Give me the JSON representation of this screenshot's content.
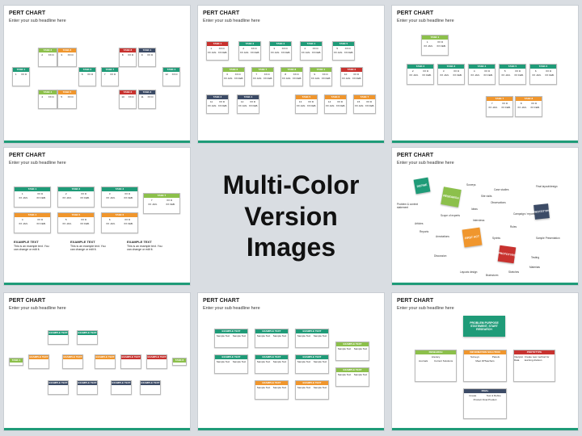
{
  "slides": [
    {
      "title": "PERT CHART",
      "sub": "Enter your sub headline here"
    },
    {
      "title": "PERT CHART",
      "sub": "Enter your sub headline here"
    },
    {
      "title": "PERT CHART",
      "sub": "Enter your sub headline here"
    },
    {
      "title": "PERT CHART",
      "sub": "Enter your sub headline here"
    },
    {
      "title": "PERT CHART",
      "sub": "Enter your sub headline here"
    },
    {
      "title": "PERT CHART",
      "sub": "Enter your sub headline here"
    },
    {
      "title": "PERT CHART",
      "sub": "Enter your sub headline here"
    },
    {
      "title": "PERT CHART",
      "sub": "Enter your sub headline here"
    }
  ],
  "center": {
    "line1": "Multi-Color",
    "line2": "Version Images"
  },
  "task": {
    "t1": "TASK 1",
    "t2": "TASK 2",
    "t3": "TASK 3",
    "t4": "TASK 4",
    "t5": "TASK 5",
    "t6": "TASK 6",
    "t7": "TASK 7",
    "t8": "TASK 8",
    "xxd": "XX D",
    "xxjan": "XX JAN.",
    "xxfeb": "XX FEB."
  },
  "example": {
    "title": "EXAMPLE TEXT",
    "body": "This is an example text. You can change or edit it."
  },
  "sample": {
    "head": "EXAMPLE TEXT",
    "cell": "Sample Text"
  },
  "s5": {
    "define": "DEFINE",
    "research": "RESEARCH",
    "prototype": "PROTOTYPE",
    "ideate": "FIRST ACT",
    "proto2": "PROTOTYPE",
    "words": [
      "Surveys",
      "Site visits",
      "Observations",
      "Ideas",
      "Scope of experts",
      "Interviews",
      "Problem & context statement",
      "Articles",
      "Reports",
      "Annotations",
      "Discussion",
      "Brainstorm",
      "Layouts design",
      "Sketches",
      "Testing",
      "Materials",
      "Sample Presentation",
      "Final layout/design",
      "Campaign / reports",
      "Sprints",
      "Rules",
      "Case studies"
    ]
  },
  "s8": {
    "top": "PROBLEM PURPOSE STATEMENT, START RESEARCH",
    "research": "RESEARCH",
    "info": "INFORMATION SOLUTION",
    "proto": "PROTOTYPE",
    "final": "FINAL",
    "literacy": "Literacy",
    "journals": "Journals",
    "current": "Current Solutions",
    "surveys": "Surveys",
    "panels": "Panels",
    "meet": "Meet W/Teachers",
    "interpret": "Interpret Data",
    "create": "Create new method for learning division",
    "create2": "Create",
    "test": "Test & Refine",
    "product": "Product Final Product"
  }
}
